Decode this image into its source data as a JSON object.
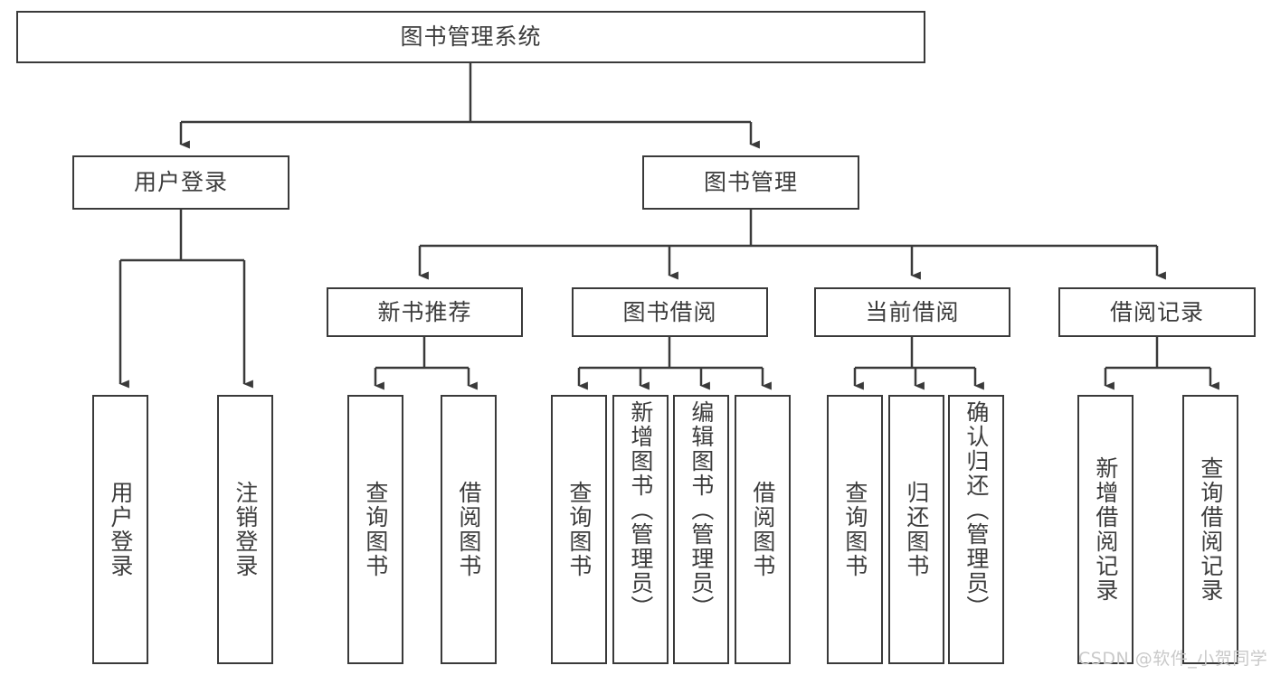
{
  "diagram": {
    "type": "tree-hierarchy",
    "title_node": {
      "label": "图书管理系统"
    },
    "level2": [
      {
        "label": "用户登录"
      },
      {
        "label": "图书管理"
      }
    ],
    "level3": [
      {
        "label": "新书推荐"
      },
      {
        "label": "图书借阅"
      },
      {
        "label": "当前借阅"
      },
      {
        "label": "借阅记录"
      }
    ],
    "leaves": {
      "user_login": [
        {
          "label": "用户登录"
        },
        {
          "label": "注销登录"
        }
      ],
      "new_book_recommend": [
        {
          "label": "查询图书"
        },
        {
          "label": "借阅图书"
        }
      ],
      "book_borrow": [
        {
          "label": "查询图书"
        },
        {
          "label": "新增图书（管理员）"
        },
        {
          "label": "编辑图书（管理员）"
        },
        {
          "label": "借阅图书"
        }
      ],
      "current_borrow": [
        {
          "label": "查询图书"
        },
        {
          "label": "归还图书"
        },
        {
          "label": "确认归还（管理员）"
        }
      ],
      "borrow_record": [
        {
          "label": "新增借阅记录"
        },
        {
          "label": "查询借阅记录"
        }
      ]
    }
  },
  "watermark": {
    "text": "CSDN @软件_小贺同学"
  },
  "colors": {
    "stroke": "#3a3a3a",
    "text": "#3c3c3c",
    "background": "#ffffff",
    "watermark": "#c9c9c9"
  }
}
